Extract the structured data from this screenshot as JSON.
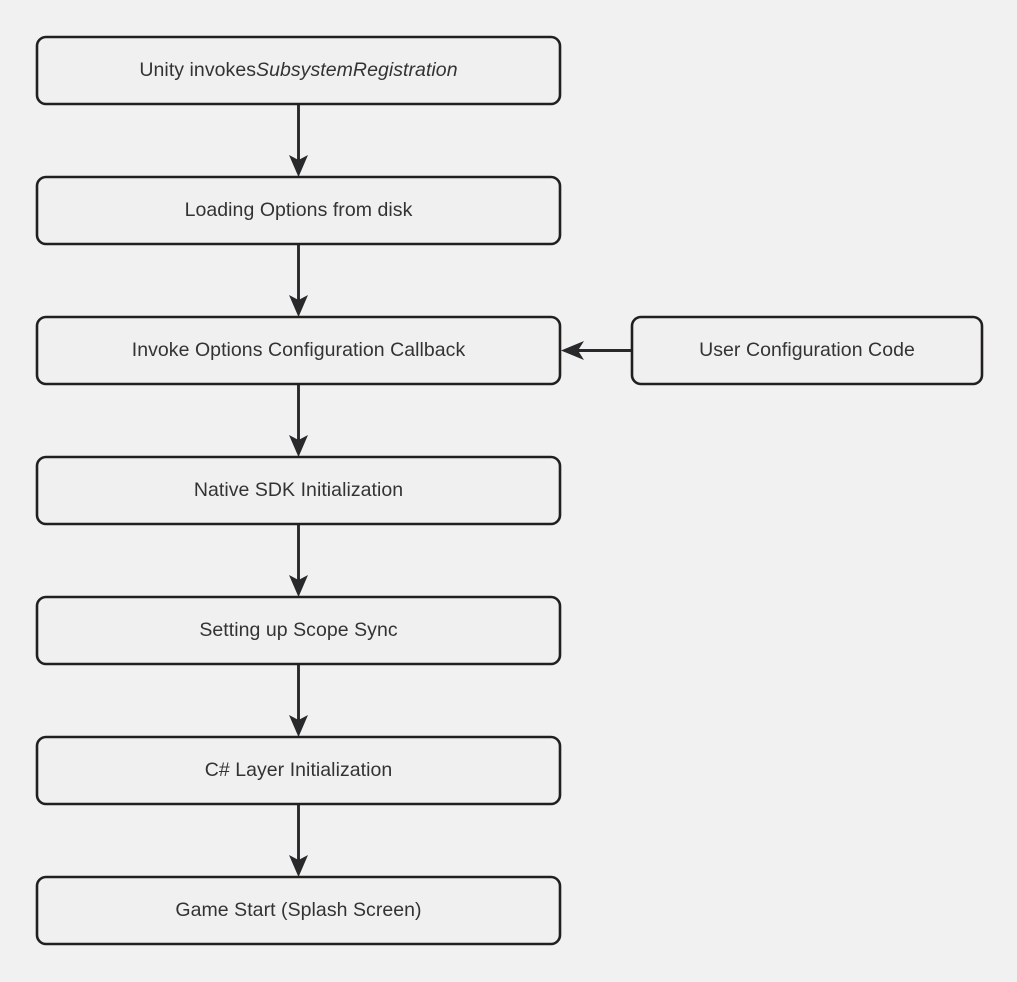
{
  "diagram": {
    "type": "flowchart",
    "direction": "top-to-bottom",
    "background_color": "#f1f1f1",
    "node_fill_color": "#f1f0f0",
    "node_border_color": "#21201f",
    "edge_color": "#28292b",
    "text_color": "#333333",
    "nodes": [
      {
        "id": "n1",
        "label_prefix": "Unity invokes ",
        "label_emphasis": "SubsystemRegistration",
        "label": "Unity invokes SubsystemRegistration",
        "shape": "rounded-rectangle"
      },
      {
        "id": "n2",
        "label": "Loading Options from disk",
        "shape": "rounded-rectangle"
      },
      {
        "id": "n3",
        "label": "Invoke Options Configuration Callback",
        "shape": "rounded-rectangle"
      },
      {
        "id": "n4",
        "label": "Native SDK Initialization",
        "shape": "rounded-rectangle"
      },
      {
        "id": "n5",
        "label": "Setting up Scope Sync",
        "shape": "rounded-rectangle"
      },
      {
        "id": "n6",
        "label": "C# Layer Initialization",
        "shape": "rounded-rectangle"
      },
      {
        "id": "n7",
        "label": "Game Start (Splash Screen)",
        "shape": "rounded-rectangle"
      },
      {
        "id": "n8",
        "label": "User Configuration Code",
        "shape": "rounded-rectangle"
      }
    ],
    "edges": [
      {
        "from": "n1",
        "to": "n2",
        "style": "solid",
        "arrow": "down"
      },
      {
        "from": "n2",
        "to": "n3",
        "style": "solid",
        "arrow": "down"
      },
      {
        "from": "n3",
        "to": "n4",
        "style": "solid",
        "arrow": "down"
      },
      {
        "from": "n4",
        "to": "n5",
        "style": "solid",
        "arrow": "down"
      },
      {
        "from": "n5",
        "to": "n6",
        "style": "solid",
        "arrow": "down"
      },
      {
        "from": "n6",
        "to": "n7",
        "style": "solid",
        "arrow": "down"
      },
      {
        "from": "n8",
        "to": "n3",
        "style": "solid",
        "arrow": "left"
      }
    ]
  }
}
